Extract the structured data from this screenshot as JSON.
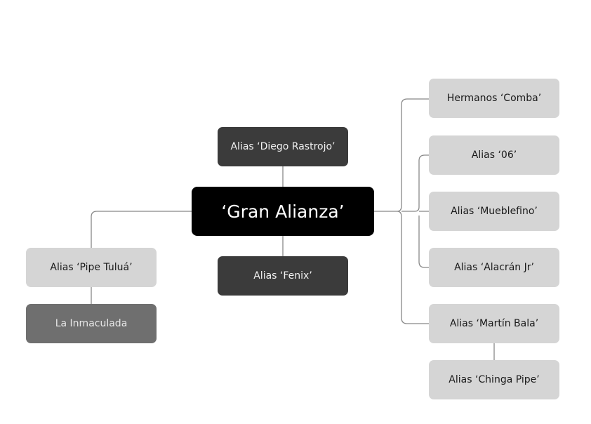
{
  "diagram": {
    "center": "‘Gran Alianza’",
    "top": "Alias ‘Diego Rastrojo’",
    "bottom": "Alias ‘Fenix’",
    "left": [
      "Alias ‘Pipe Tuluá’",
      "La Inmaculada"
    ],
    "right": [
      "Hermanos ‘Comba’",
      "Alias ‘06’",
      "Alias ‘Mueblefino’",
      "Alias ‘Alacrán Jr’",
      "Alias ‘Martín Bala’",
      "Alias ‘Chinga Pipe’"
    ]
  }
}
